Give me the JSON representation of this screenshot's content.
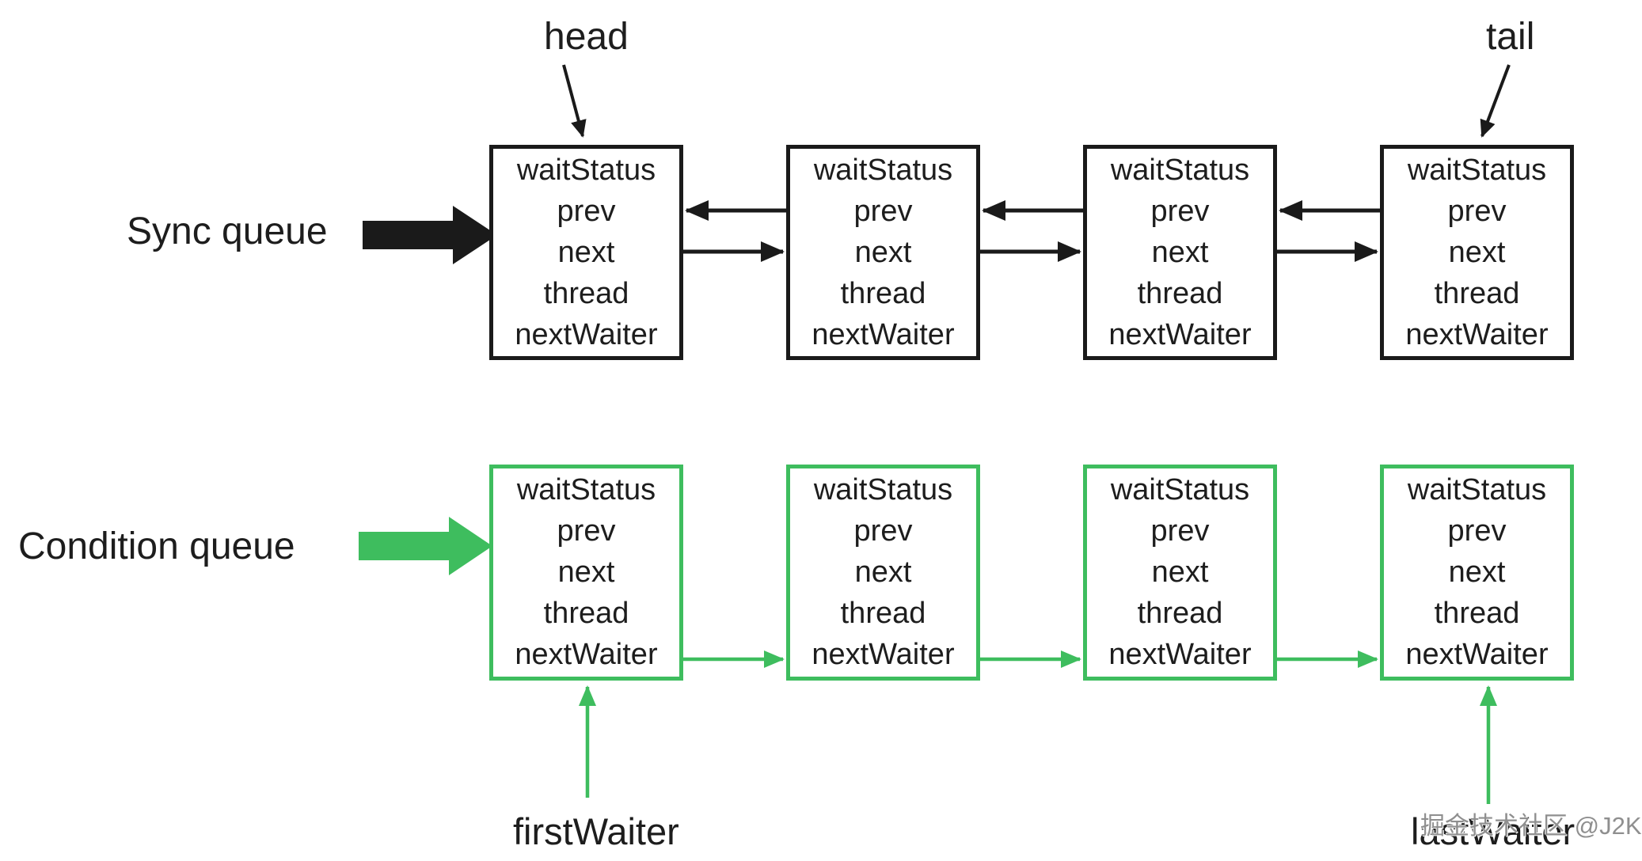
{
  "labels": {
    "head": "head",
    "tail": "tail",
    "sync_queue": "Sync queue",
    "condition_queue": "Condition queue",
    "first_waiter": "firstWaiter",
    "last_waiter": "lastWaiter"
  },
  "node_fields": [
    "waitStatus",
    "prev",
    "next",
    "thread",
    "nextWaiter"
  ],
  "sync_queue": {
    "node_count": 4,
    "link_fields": [
      "prev",
      "next"
    ],
    "color": "#1a1a1a"
  },
  "condition_queue": {
    "node_count": 4,
    "link_fields": [
      "nextWaiter"
    ],
    "color": "#3ebd5e"
  },
  "watermark": {
    "text": "掘金技术社区 @J2K",
    "color": "#8f8f8f"
  },
  "colors": {
    "black": "#1a1a1a",
    "green": "#3ebd5e",
    "text": "#1d1d1d",
    "background": "#ffffff"
  }
}
